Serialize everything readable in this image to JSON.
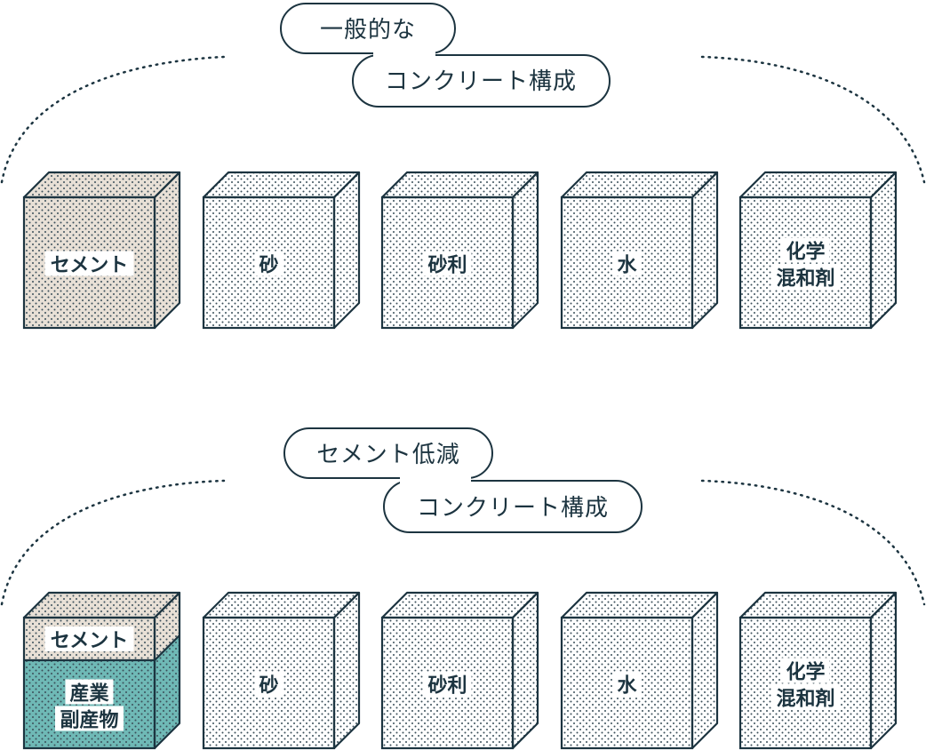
{
  "colors": {
    "stroke": "#1c3440",
    "dot": "#3b4f59",
    "cement_fill": "#e8e0d6",
    "byproduct_fill": "#6fb9b6",
    "plain_fill": "#ffffff",
    "label_bg": "#ffffff"
  },
  "sections": [
    {
      "id": "typical",
      "title_line1": "一般的な",
      "title_line2": "コンクリート構成",
      "boxes": [
        {
          "kind": "cement",
          "lines": [
            "セメント"
          ]
        },
        {
          "kind": "plain",
          "lines": [
            "砂"
          ]
        },
        {
          "kind": "plain",
          "lines": [
            "砂利"
          ]
        },
        {
          "kind": "plain",
          "lines": [
            "水"
          ]
        },
        {
          "kind": "plain",
          "lines": [
            "化学",
            "混和剤"
          ]
        }
      ]
    },
    {
      "id": "reduced",
      "title_line1": "セメント低減",
      "title_line2": "コンクリート構成",
      "boxes": [
        {
          "kind": "split",
          "top_lines": [
            "セメント"
          ],
          "bottom_lines": [
            "産業",
            "副産物"
          ]
        },
        {
          "kind": "plain",
          "lines": [
            "砂"
          ]
        },
        {
          "kind": "plain",
          "lines": [
            "砂利"
          ]
        },
        {
          "kind": "plain",
          "lines": [
            "水"
          ]
        },
        {
          "kind": "plain",
          "lines": [
            "化学",
            "混和剤"
          ]
        }
      ]
    }
  ]
}
